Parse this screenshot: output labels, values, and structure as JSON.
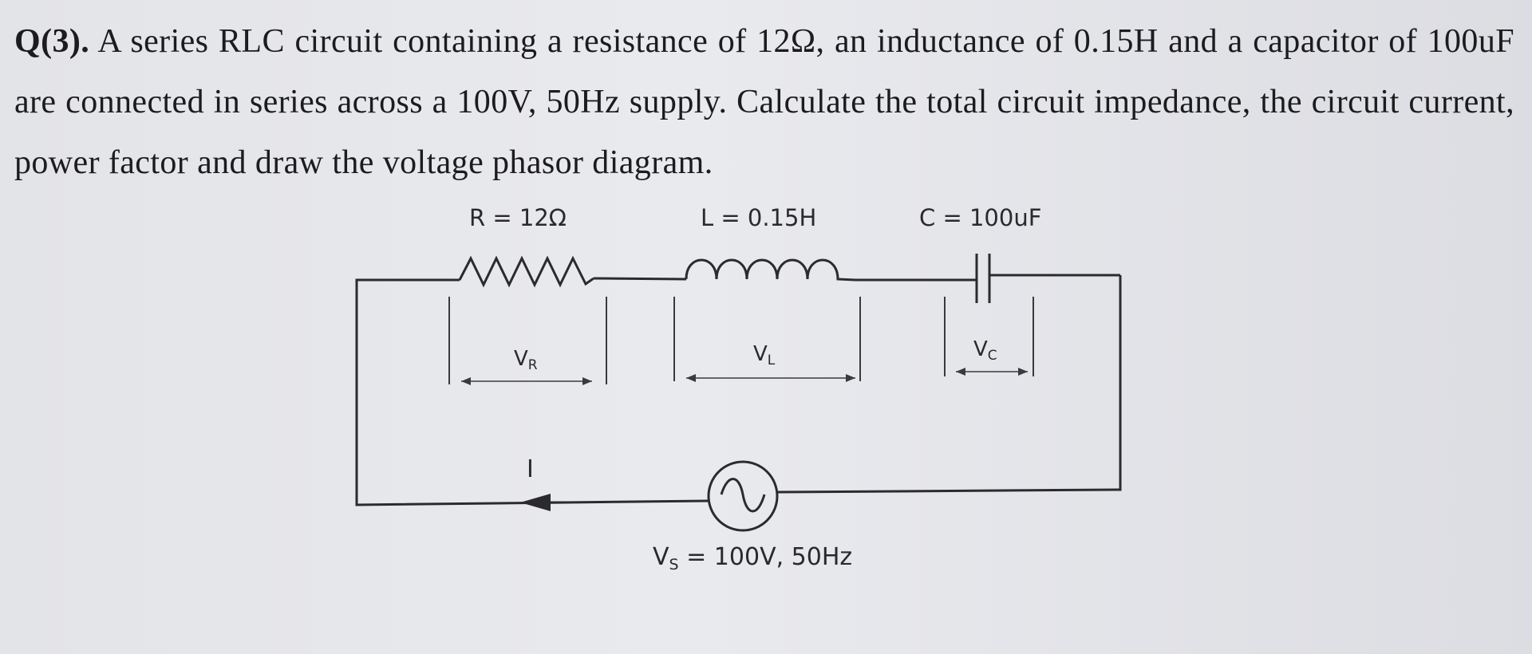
{
  "question": {
    "number": "Q(3).",
    "text": " A series RLC circuit containing a resistance of 12Ω, an inductance of 0.15H and a capacitor of 100uF are connected in series across a 100V, 50Hz supply. Calculate the total circuit impedance, the circuit current, power factor and draw the voltage phasor diagram."
  },
  "circuit": {
    "resistor_label": "R = 12Ω",
    "inductor_label": "L = 0.15H",
    "capacitor_label": "C = 100uF",
    "vr_label": "V",
    "vr_sub": "R",
    "vl_label": "V",
    "vl_sub": "L",
    "vc_label": "V",
    "vc_sub": "C",
    "current_label": "I",
    "supply_label": "V",
    "supply_sub": "S",
    "supply_value": " = 100V, 50Hz"
  }
}
